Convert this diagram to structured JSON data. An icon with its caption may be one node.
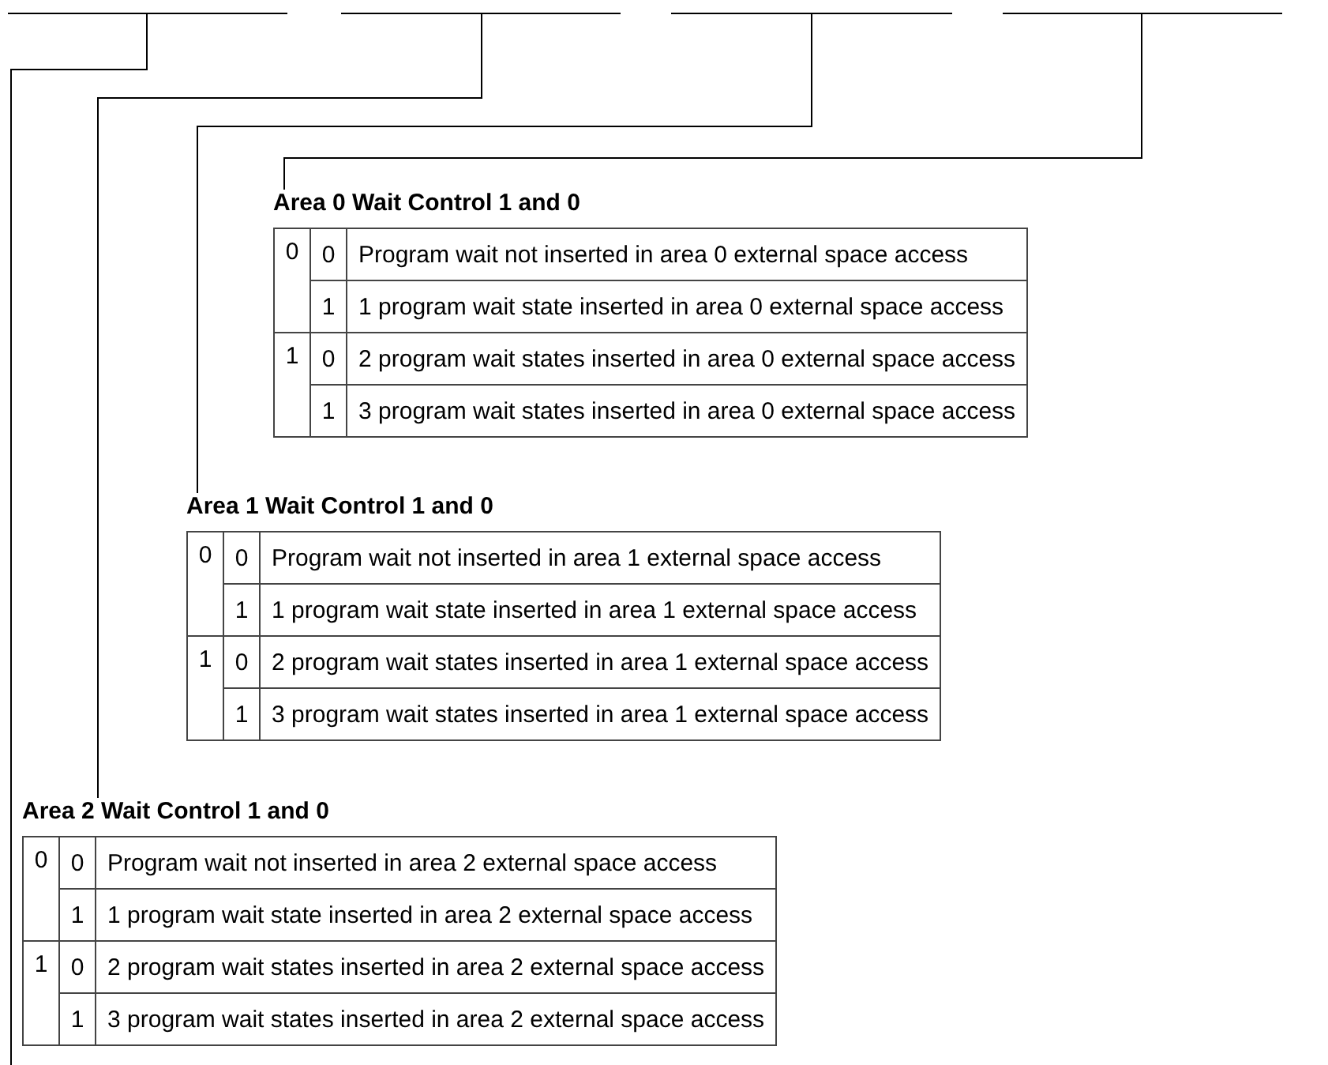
{
  "diagram": {
    "nodes": [
      {
        "text": [],
        "shape": "bar"
      },
      {
        "text": [],
        "shape": "bar"
      },
      {
        "text": [],
        "shape": "bar"
      },
      {
        "text": [],
        "shape": "bar"
      },
      {
        "text": [
          "Area 0 Wait Control 1 and 0",
          "0",
          "0",
          "Program wait not inserted in area 0 external space access",
          "1",
          "1 program wait state inserted in area 0 external space access",
          "1",
          "0",
          "2 program wait states inserted in area 0 external space access",
          "1",
          "3 program wait states inserted in area 0 external space access"
        ]
      },
      {
        "text": [
          "Area 1 Wait Control 1 and 0",
          "0",
          "0",
          "Program wait not inserted in area 1 external space access",
          "1",
          "1 program wait state inserted in area 1 external space access",
          "1",
          "0",
          "2 program wait states inserted in area 1 external space access",
          "1",
          "3 program wait states inserted in area 1 external space access"
        ]
      },
      {
        "text": [
          "Area 2 Wait Control 1 and 0",
          "0",
          "0",
          "Program wait not inserted in area 2 external space access",
          "1",
          "1 program wait state inserted in area 2 external space access",
          "1",
          "0",
          "2 program wait states inserted in area 2 external space access",
          "1",
          "3 program wait states inserted in area 2 external space access"
        ]
      }
    ],
    "edges": [
      {
        "from": 0,
        "to": null,
        "arrow": "none"
      },
      {
        "from": 1,
        "to": 6,
        "arrow": "none"
      },
      {
        "from": 2,
        "to": 5,
        "arrow": "none"
      },
      {
        "from": 3,
        "to": 4,
        "arrow": "none"
      }
    ]
  }
}
